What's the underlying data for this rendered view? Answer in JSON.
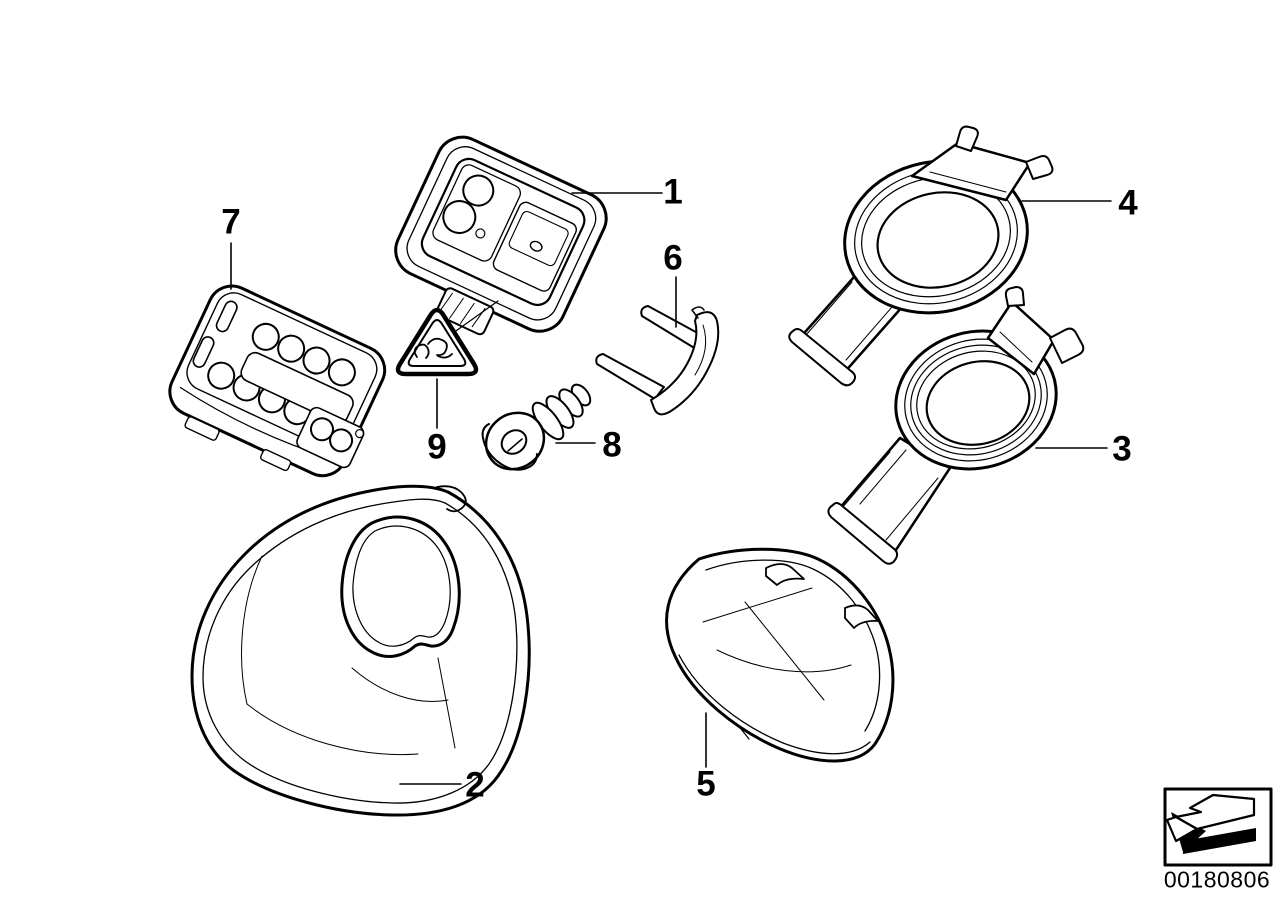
{
  "diagram": {
    "doc_number": "00180806",
    "colors": {
      "line": "#000000",
      "background": "#ffffff"
    },
    "callouts": [
      {
        "label": "1"
      },
      {
        "label": "2"
      },
      {
        "label": "3"
      },
      {
        "label": "4"
      },
      {
        "label": "5"
      },
      {
        "label": "6"
      },
      {
        "label": "7"
      },
      {
        "label": "8"
      },
      {
        "label": "9"
      }
    ],
    "footer": {
      "arrow_icon": "direction-arrow-down-left"
    }
  }
}
